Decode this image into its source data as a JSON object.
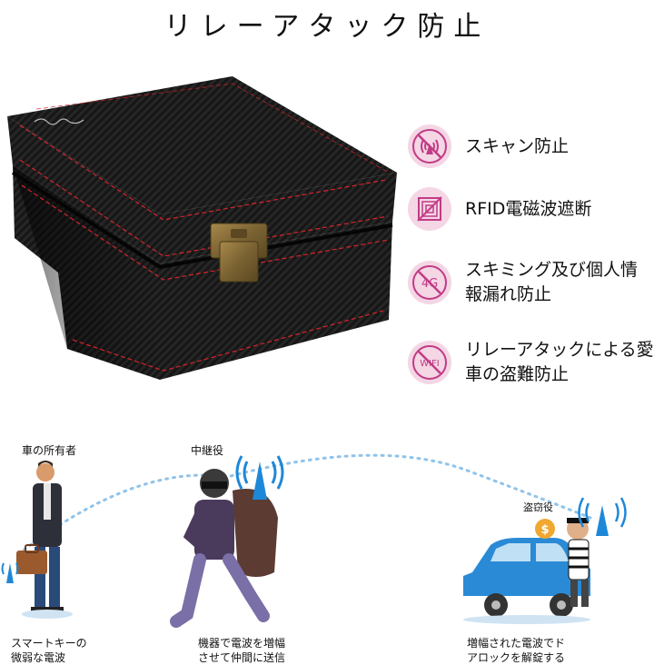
{
  "title": "リレーアタック防止",
  "features": [
    {
      "icon": "signal-block-icon",
      "text": "スキャン防止"
    },
    {
      "icon": "rfid-chip-icon",
      "text": "RFID電磁波遮断"
    },
    {
      "icon": "4g-block-icon",
      "badge": "4G",
      "text_lines": [
        "スキミング及び個人情",
        "報漏れ防止"
      ]
    },
    {
      "icon": "wifi-block-icon",
      "badge": "WIFI",
      "text_lines": [
        "リレーアタックによる愛",
        "車の盗難防止"
      ]
    }
  ],
  "scene": {
    "owner_label": "車の所有者",
    "owner_caption": [
      "スマートキーの",
      "微弱な電波"
    ],
    "relay_label": "中継役",
    "relay_caption": [
      "機器で電波を増幅",
      "させて仲間に送信"
    ],
    "thief_label": "盗窃役",
    "thief_caption": [
      "増幅された電波でド",
      "アロックを解錠する"
    ],
    "dollar_sign": "$"
  },
  "colors": {
    "badge_bg": "#f4d6e4",
    "badge_icon": "#c23b86",
    "accent_blue": "#1e88d8",
    "stitch": "#d8232a"
  }
}
